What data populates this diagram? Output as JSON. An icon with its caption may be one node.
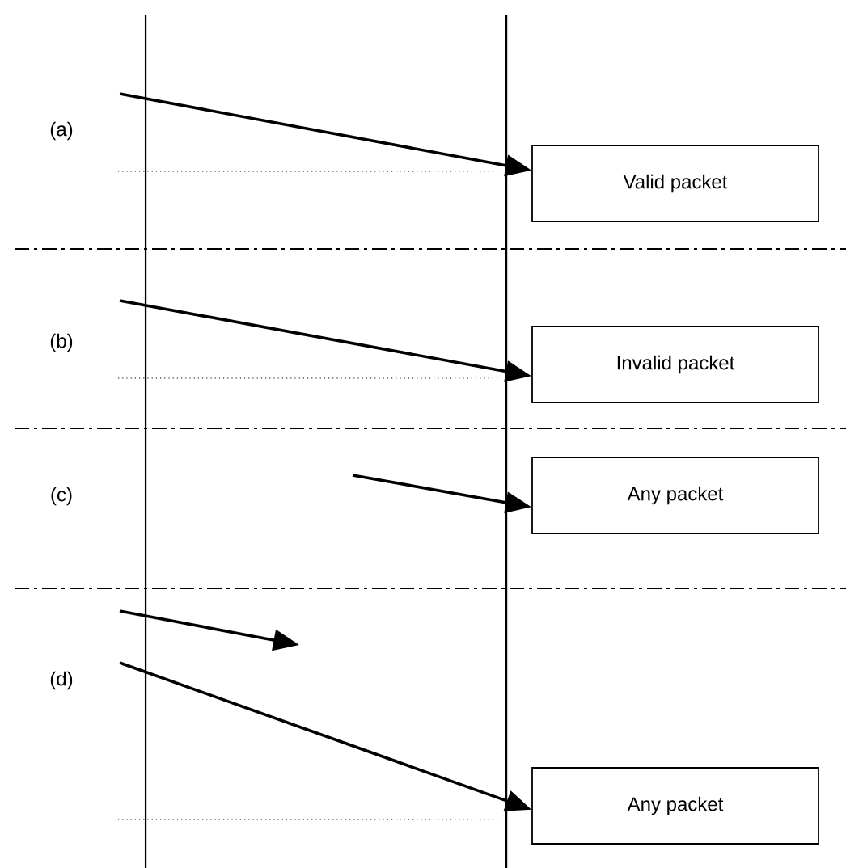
{
  "diagram": {
    "nodes": [
      {
        "text": [
          "Valid packet"
        ]
      },
      {
        "text": [
          "Invalid packet"
        ]
      },
      {
        "text": [
          "Any packet"
        ]
      },
      {
        "text": [
          "Any packet"
        ]
      }
    ],
    "edges": [
      {
        "from": null,
        "to": 0,
        "arrow": "to"
      },
      {
        "from": null,
        "to": 1,
        "arrow": "to"
      },
      {
        "from": null,
        "to": 2,
        "arrow": "to"
      },
      {
        "from": null,
        "to": 3,
        "arrow": "to"
      }
    ],
    "labels": [
      "(a)",
      "(b)",
      "(c)",
      "(d)"
    ]
  }
}
